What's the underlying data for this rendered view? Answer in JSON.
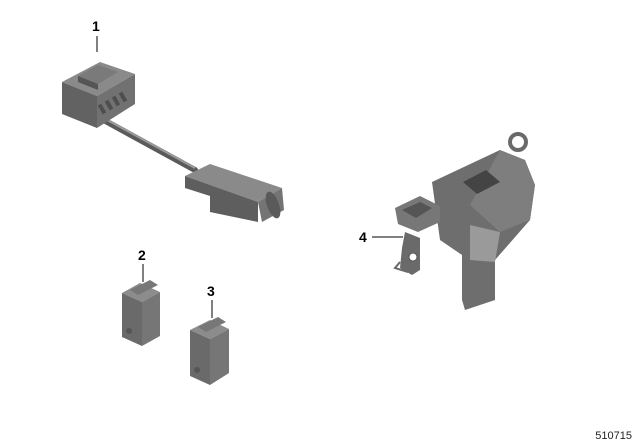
{
  "diagram": {
    "id_label": "510715",
    "background": "#ffffff",
    "part_color": "#6e6e6e",
    "part_highlight": "#8a8a8a",
    "part_shadow": "#4e4e4e"
  },
  "parts": [
    {
      "number": "1",
      "name": "connector-adapter-cable"
    },
    {
      "number": "2",
      "name": "small-connector-block"
    },
    {
      "number": "3",
      "name": "small-connector-block"
    },
    {
      "number": "4",
      "name": "connector-bracket-holder"
    }
  ]
}
